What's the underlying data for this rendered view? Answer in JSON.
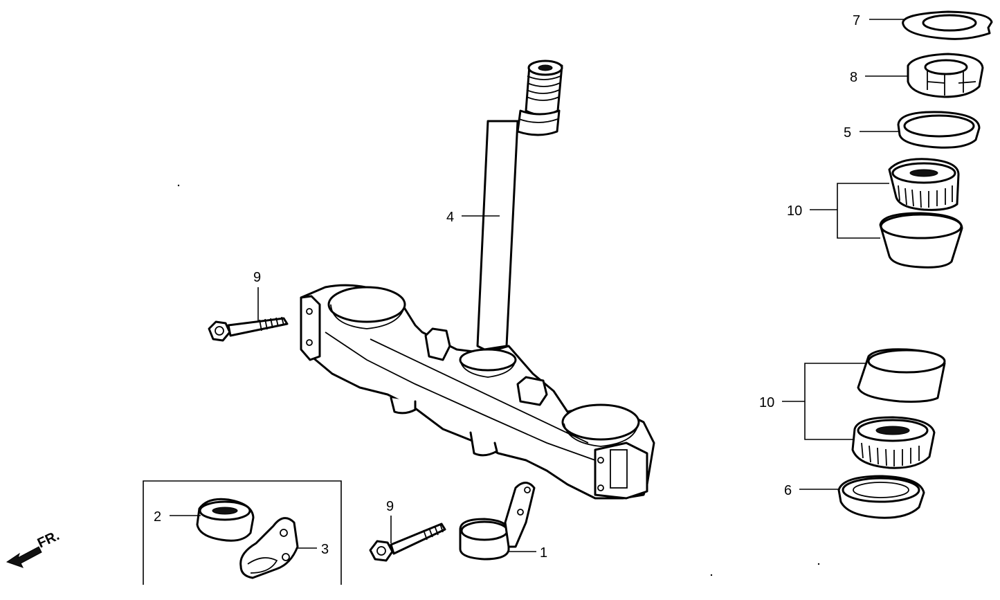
{
  "diagram": {
    "callouts": {
      "c1": "1",
      "c2": "2",
      "c3": "3",
      "c4": "4",
      "c5": "5",
      "c6": "6",
      "c7": "7",
      "c8": "8",
      "c9_top": "9",
      "c9_bottom": "9",
      "c10_top": "10",
      "c10_bottom": "10"
    },
    "direction_label": "FR."
  }
}
